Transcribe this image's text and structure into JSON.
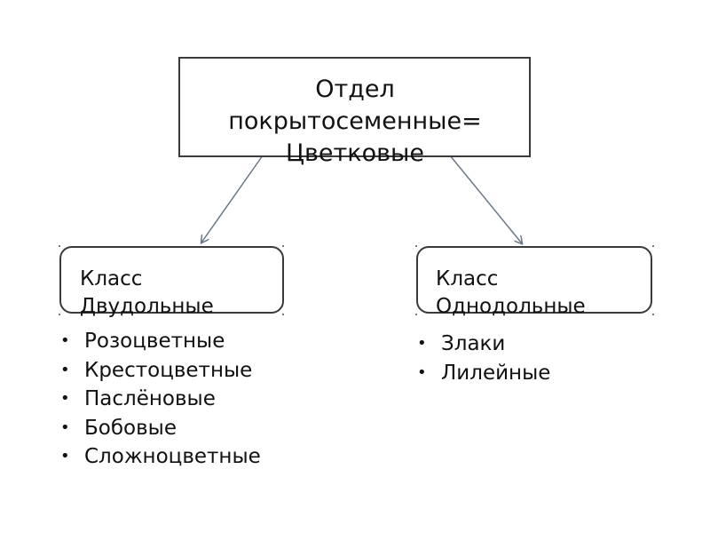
{
  "root": {
    "lines": [
      "Отдел",
      "покрытосеменные=",
      "Цветковые"
    ]
  },
  "classes": [
    {
      "title_lines": [
        "Класс",
        "Двудольные"
      ],
      "items": [
        "Розоцветные",
        "Крестоцветные",
        "Паслёновые",
        "Бобовые",
        "Сложноцветные"
      ]
    },
    {
      "title_lines": [
        "Класс",
        "Однодольные"
      ],
      "items": [
        "Злаки",
        "Лилейные"
      ]
    }
  ],
  "bullet_glyph": "•",
  "colors": {
    "border": "#3a3a3a",
    "arrow": "#6a7788",
    "text": "#111111"
  }
}
